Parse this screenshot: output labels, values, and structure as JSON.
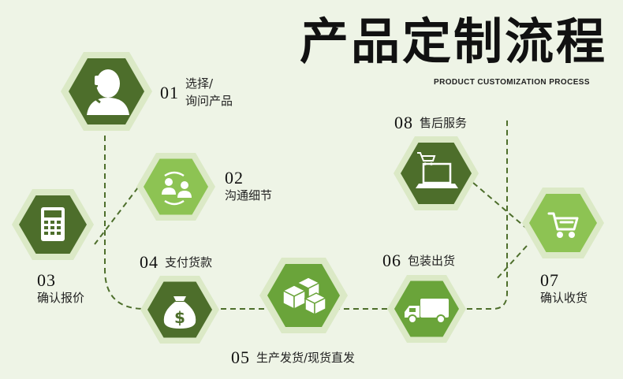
{
  "header": {
    "title": "产品定制流程",
    "subtitle": "PRODUCT CUSTOMIZATION PROCESS"
  },
  "colors": {
    "background": "#eef4e6",
    "hex_halo": "#dbe9c6",
    "dark_green": "#4d6e2b",
    "mid_green": "#6aa43a",
    "light_green": "#8dc353",
    "dashed_line": "#4d6e2b"
  },
  "steps": [
    {
      "num": "01",
      "label_line1": "选择/",
      "label_line2": "询问产品",
      "icon": "phone-support-icon"
    },
    {
      "num": "02",
      "label": "沟通细节",
      "icon": "people-exchange-icon"
    },
    {
      "num": "03",
      "label": "确认报价",
      "icon": "calculator-icon"
    },
    {
      "num": "04",
      "label": "支付货款",
      "icon": "money-bag-icon"
    },
    {
      "num": "05",
      "label": "生产发货/现货直发",
      "icon": "boxes-icon"
    },
    {
      "num": "06",
      "label": "包装出货",
      "icon": "delivery-truck-icon"
    },
    {
      "num": "07",
      "label": "确认收货",
      "icon": "shopping-cart-icon"
    },
    {
      "num": "08",
      "label": "售后服务",
      "icon": "laptop-cart-icon"
    }
  ]
}
